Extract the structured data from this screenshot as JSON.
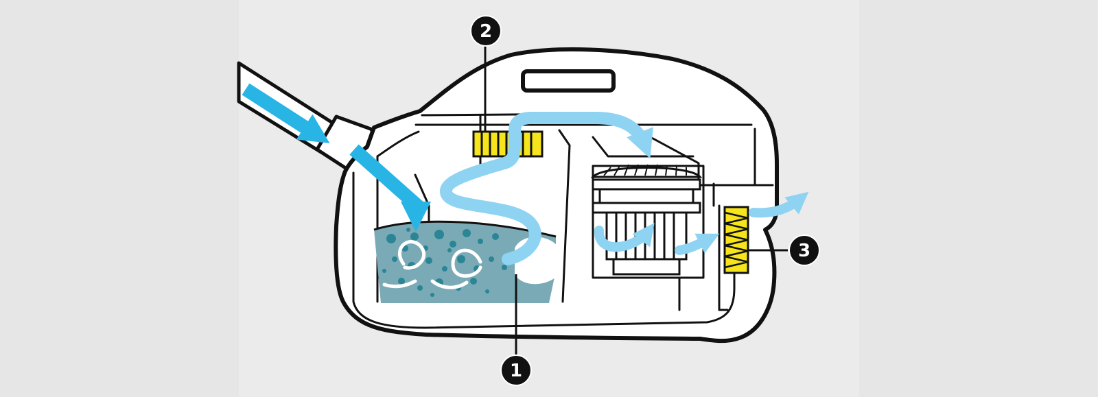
{
  "callouts": [
    {
      "id": "water-bath",
      "number": "1"
    },
    {
      "id": "intermediate-filter",
      "number": "2"
    },
    {
      "id": "exhaust-filter",
      "number": "3"
    }
  ],
  "colors": {
    "background": "#ebebeb",
    "outline": "#111111",
    "housing": "#ffffff",
    "dirty_air": "#29b4e6",
    "clean_air": "#8fd3f2",
    "water": "#7aaab5",
    "dirt_particles": "#2a8595",
    "filter": "#f7e51b"
  },
  "icons": [
    "arrow-icon"
  ]
}
